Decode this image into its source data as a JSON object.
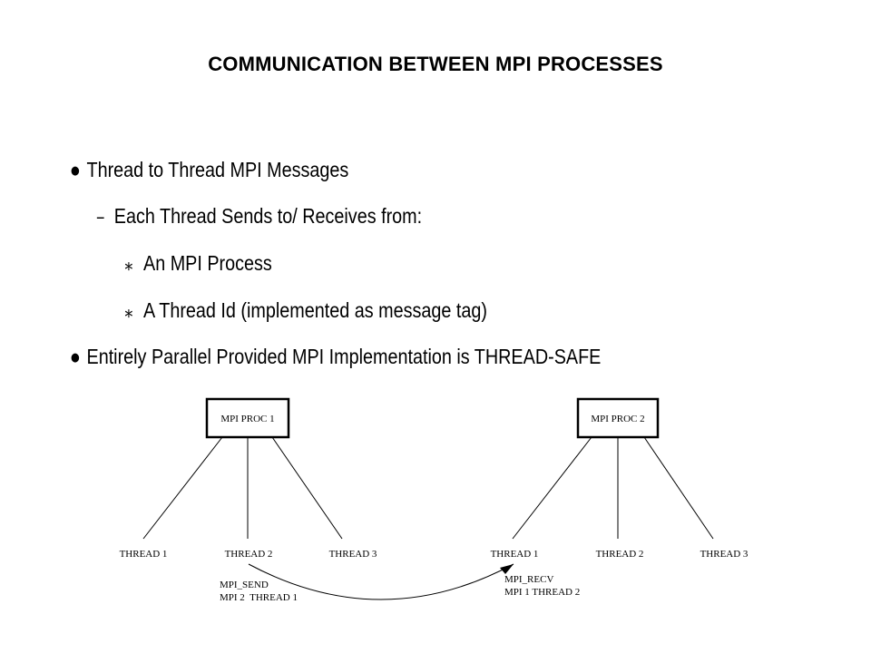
{
  "slide": {
    "title": "COMMUNICATION BETWEEN MPI PROCESSES"
  },
  "bullets": [
    {
      "marker": "●",
      "text": "Thread to Thread MPI Messages"
    },
    {
      "marker": "–",
      "text": "Each Thread Sends to/ Receives from:"
    },
    {
      "marker": "∗",
      "text": "An MPI Process"
    },
    {
      "marker": "∗",
      "text": "A Thread Id (implemented as message tag)"
    },
    {
      "marker": "●",
      "text": "Entirely Parallel Provided MPI Implementation is THREAD-SAFE"
    }
  ],
  "diagram": {
    "proc1": {
      "label": "MPI PROC 1",
      "threads": [
        "THREAD 1",
        "THREAD 2",
        "THREAD 3"
      ]
    },
    "proc2": {
      "label": "MPI PROC 2",
      "threads": [
        "THREAD 1",
        "THREAD 2",
        "THREAD 3"
      ]
    },
    "send": {
      "line1": "MPI_SEND",
      "line2": "MPI 2  THREAD 1"
    },
    "recv": {
      "line1": "MPI_RECV",
      "line2": "MPI 1 THREAD 2"
    }
  }
}
